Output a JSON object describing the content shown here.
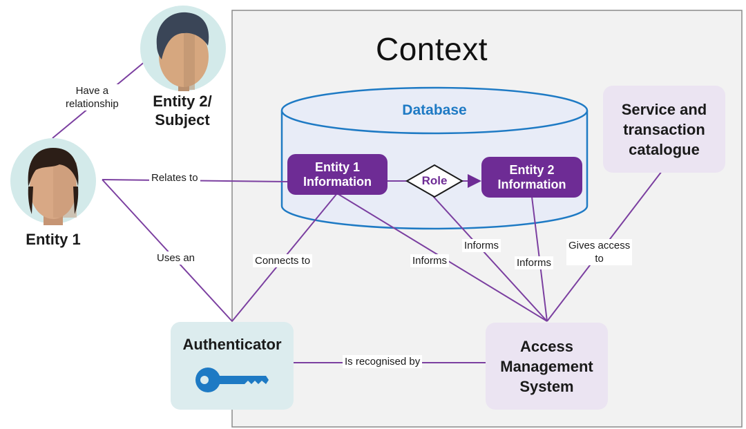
{
  "context": {
    "title": "Context"
  },
  "database": {
    "label": "Database"
  },
  "entities": {
    "entity1": {
      "name": "Entity 1"
    },
    "entity2": {
      "name_line1": "Entity 2/",
      "name_line2": "Subject"
    }
  },
  "nodes": {
    "entity1_info": {
      "line1": "Entity 1",
      "line2": "Information"
    },
    "role": {
      "label": "Role"
    },
    "entity2_info": {
      "line1": "Entity 2",
      "line2": "Information"
    },
    "service_catalogue": {
      "line1": "Service and",
      "line2": "transaction",
      "line3": "catalogue"
    },
    "authenticator": {
      "label": "Authenticator"
    },
    "access_management": {
      "line1": "Access",
      "line2": "Management",
      "line3": "System"
    }
  },
  "edges": {
    "have_relationship": {
      "line1": "Have a",
      "line2": "relationship"
    },
    "relates_to": "Relates to",
    "uses_an": "Uses an",
    "connects_to": "Connects to",
    "informs_entity1": "Informs",
    "informs_role": "Informs",
    "informs_entity2": "Informs",
    "gives_access": {
      "line1": "Gives access",
      "line2": "to"
    },
    "recognised_by": "Is recognised by"
  },
  "colors": {
    "accent_purple": "#6e2c95",
    "line_purple": "#7b3fa0",
    "database_fill": "#e8ecf7",
    "database_text": "#1e7ac4",
    "key_blue": "#1e7ac4",
    "avatar_bg": "#d3eaea"
  },
  "icons": [
    "person-avatar-icon",
    "key-icon"
  ]
}
